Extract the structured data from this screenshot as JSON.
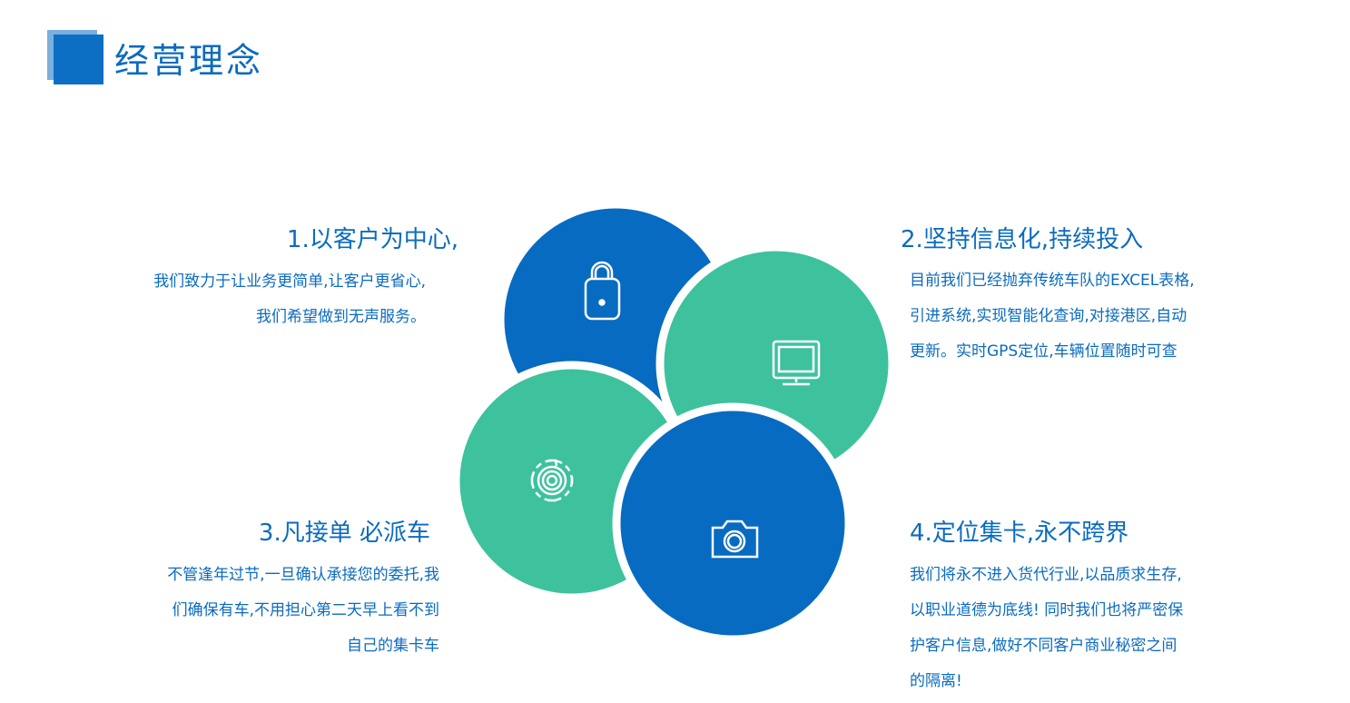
{
  "title": "经营理念",
  "colors": {
    "blue": "#076bc1",
    "green": "#3dc29d"
  },
  "items": [
    {
      "heading": "1.以客户为中心,",
      "lines": [
        "我们致力于让业务更简单,让客户更省心,",
        "我们希望做到无声服务。"
      ],
      "icon": "lock-icon"
    },
    {
      "heading": "2.坚持信息化,持续投入",
      "lines": [
        "目前我们已经抛弃传统车队的EXCEL表格,",
        "引进系统,实现智能化查询,对接港区,自动",
        "更新。实时GPS定位,车辆位置随时可查"
      ],
      "icon": "monitor-icon"
    },
    {
      "heading": "3.凡接单 必派车",
      "lines": [
        "不管逢年过节,一旦确认承接您的委托,我",
        "们确保有车,不用担心第二天早上看不到",
        "自己的集卡车"
      ],
      "icon": "gear-icon"
    },
    {
      "heading": "4.定位集卡,永不跨界",
      "lines": [
        "我们将永不进入货代行业,以品质求生存,",
        "以职业道德为底线! 同时我们也将严密保",
        "护客户信息,做好不同客户商业秘密之间",
        "的隔离!"
      ],
      "icon": "camera-icon"
    }
  ]
}
